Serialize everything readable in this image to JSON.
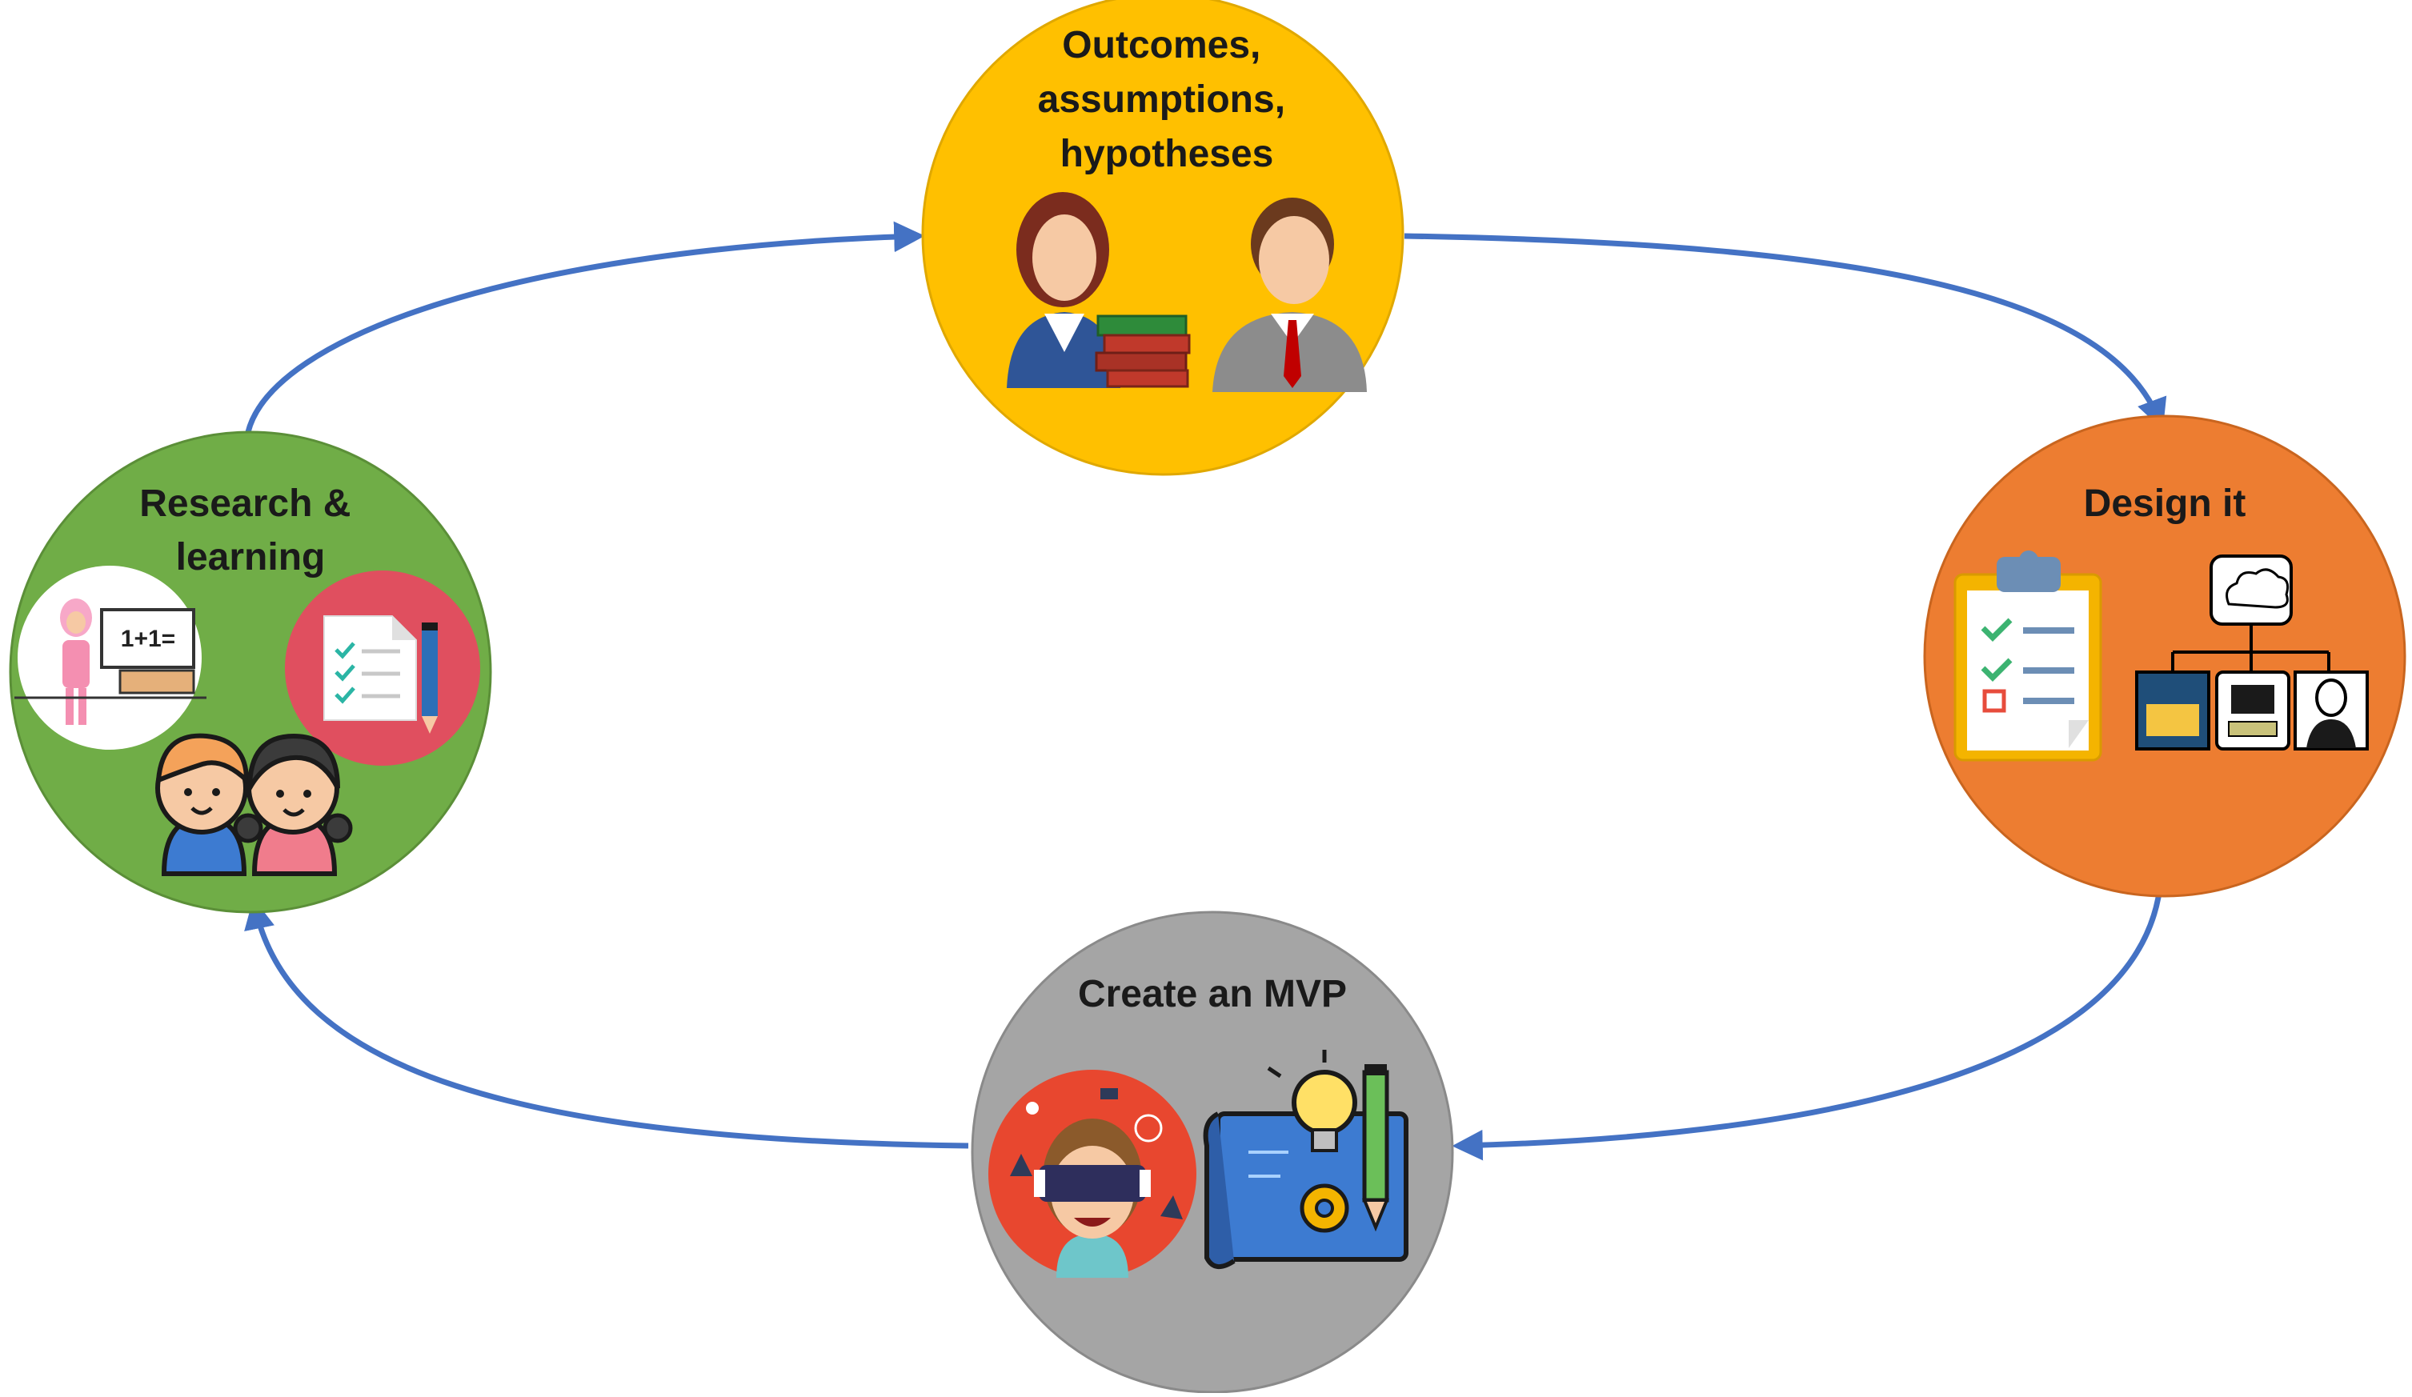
{
  "diagram": {
    "type": "cycle",
    "arrow_color": "#4472C4",
    "nodes": [
      {
        "id": "outcomes",
        "label_lines": [
          "Outcomes,",
          "assumptions,",
          "hypotheses"
        ],
        "color": "#FFC000",
        "icons": [
          "female-teacher-with-books-icon",
          "businessman-icon"
        ]
      },
      {
        "id": "design",
        "label_lines": [
          "Design it"
        ],
        "color": "#ED7D31",
        "icons": [
          "checklist-clipboard-icon",
          "org-chart-icon"
        ]
      },
      {
        "id": "mvp",
        "label_lines": [
          "Create an MVP"
        ],
        "color": "#A5A5A5",
        "icons": [
          "vr-headset-girl-icon",
          "blueprint-idea-icon"
        ]
      },
      {
        "id": "research",
        "label_lines": [
          "Research &",
          "learning"
        ],
        "color": "#70AD47",
        "icons": [
          "teacher-at-whiteboard-icon",
          "checklist-document-icon",
          "boy-and-girl-students-icon"
        ]
      }
    ],
    "flow": [
      "outcomes",
      "design",
      "mvp",
      "research",
      "outcomes"
    ]
  }
}
